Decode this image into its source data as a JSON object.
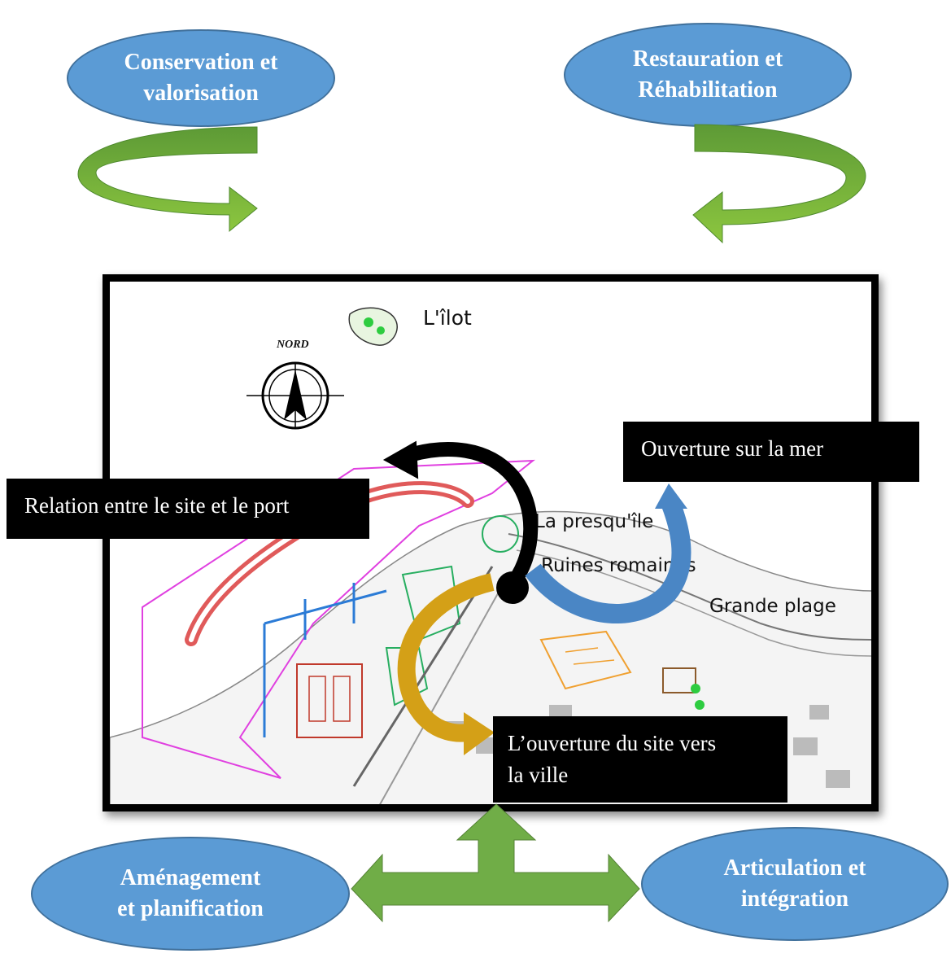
{
  "top_left_oval": "Conservation et\nvalorisation",
  "top_right_oval": "Restauration et\nRéhabilitation",
  "bottom_left_oval": "Aménagement\net planification",
  "bottom_right_oval": "Articulation et\nintégration",
  "callouts": {
    "port": "Relation entre le site et le port",
    "sea": "Ouverture sur la mer",
    "city": "L’ouverture du site vers\nla ville"
  },
  "map": {
    "islet": "L'îlot",
    "north": "NORD",
    "peninsula": "La presqu'île",
    "ruins": "Ruines romaines",
    "beach": "Grande plage"
  },
  "colors": {
    "oval_fill": "#5b9bd5",
    "arrow_green": "#70ad47",
    "arrow_gold": "#d4a017",
    "arrow_blue": "#5b9bd5",
    "arrow_black": "#000000"
  }
}
